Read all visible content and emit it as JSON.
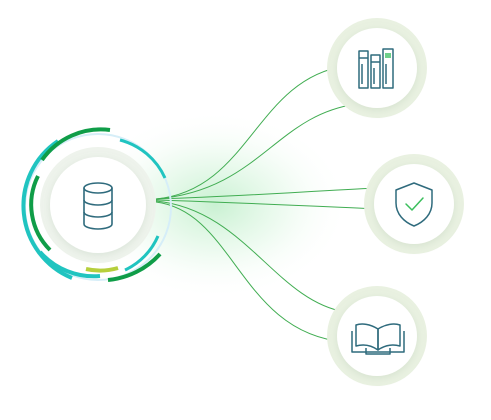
{
  "hub": {
    "icon": "database-icon",
    "ring_colors": {
      "dark_green": "#0f9d48",
      "teal": "#20c4c0",
      "lime": "#b6cf3c",
      "pale_blue": "#d6eef8"
    }
  },
  "nodes": [
    {
      "id": "library",
      "icon": "library-books-icon"
    },
    {
      "id": "security",
      "icon": "shield-check-icon"
    },
    {
      "id": "knowledge",
      "icon": "open-book-icon"
    }
  ],
  "colors": {
    "line": "#41ad52",
    "icon_stroke": "#2f6b7d",
    "node_halo": "#e9f1e1",
    "node_fill": "#ffffff",
    "glow": "#4cd06a"
  }
}
